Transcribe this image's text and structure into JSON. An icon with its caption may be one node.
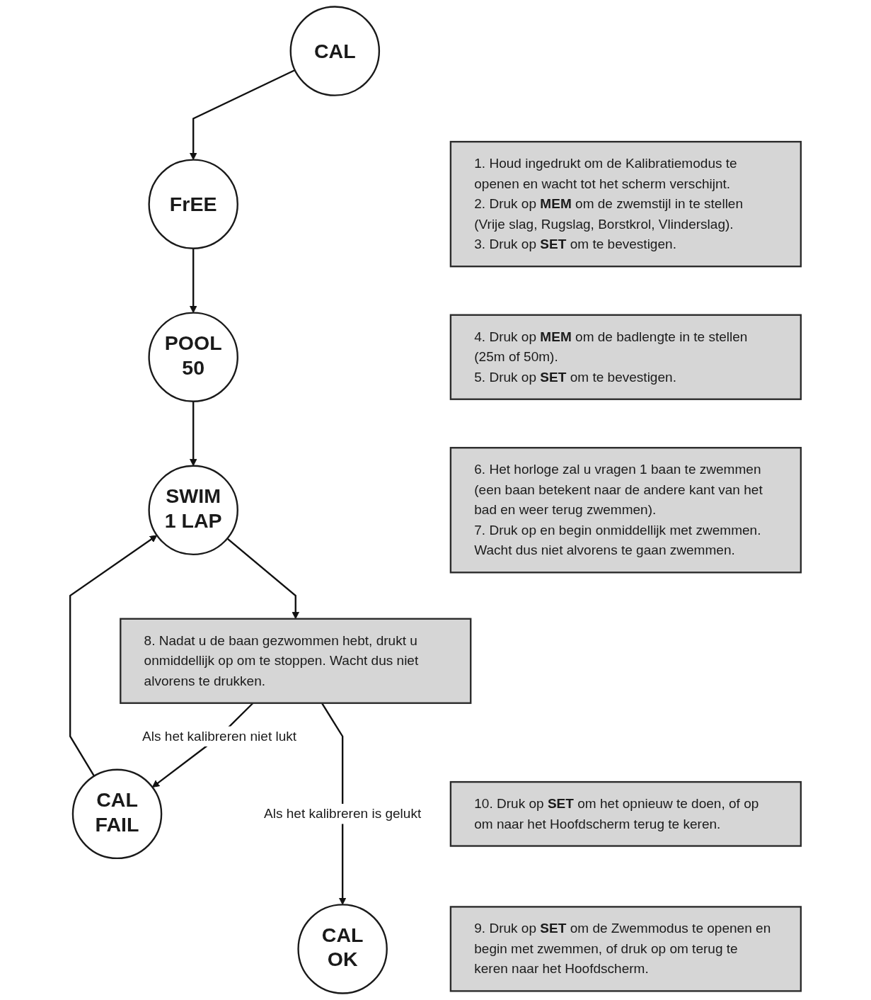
{
  "diagram": {
    "nodes": [
      {
        "text": [
          "CAL"
        ]
      },
      {
        "text": [
          "FrEE"
        ]
      },
      {
        "text": [
          "1. Houd ingedrukt om de Kalibratiemodus te openen en wacht tot het scherm verschijnt.",
          "2. Druk op **MEM** om de zwemstijl in te stellen (Vrije slag, Rugslag, Borstkrol, Vlinderslag).",
          "3. Druk op **SET** om te bevestigen."
        ]
      },
      {
        "text": [
          "POOL",
          "50"
        ]
      },
      {
        "text": [
          "4. Druk op **MEM** om de badlengte in te stellen (25m of 50m).",
          "5. Druk op **SET** om te bevestigen."
        ]
      },
      {
        "text": [
          "SWIM",
          "1 LAP"
        ]
      },
      {
        "text": [
          "6. Het horloge zal u vragen 1 baan te zwemmen (een baan betekent naar de andere kant van het bad en weer terug zwemmen).",
          "7. Druk op en begin onmiddellijk met zwemmen. Wacht dus niet alvorens te gaan zwemmen."
        ]
      },
      {
        "text": [
          "8. Nadat u de baan gezwommen hebt, drukt u onmiddellijk op om te stoppen. Wacht dus niet alvorens te drukken."
        ]
      },
      {
        "text": [
          "CAL",
          "FAIL"
        ]
      },
      {
        "text": [
          "10. Druk op **SET** om het opnieuw te doen, of op om naar het Hoofdscherm terug te keren."
        ]
      },
      {
        "text": [
          "CAL",
          "OK"
        ]
      },
      {
        "text": [
          "9. Druk op **SET** om de Zwemmodus te openen en begin met zwemmen, of druk op om terug te keren naar het Hoofdscherm."
        ]
      }
    ],
    "edges": [
      {
        "from": 0,
        "to": 1,
        "arrow": "to"
      },
      {
        "from": 1,
        "to": 3,
        "arrow": "to"
      },
      {
        "from": 3,
        "to": 5,
        "arrow": "to"
      },
      {
        "from": 5,
        "to": 7,
        "arrow": "to"
      },
      {
        "from": 7,
        "to": 8,
        "arrow": "to",
        "label": "Als het kalibreren niet lukt"
      },
      {
        "from": 8,
        "to": 5,
        "arrow": "to"
      },
      {
        "from": 7,
        "to": 10,
        "arrow": "to",
        "label": "Als het kalibreren is gelukt"
      }
    ]
  }
}
